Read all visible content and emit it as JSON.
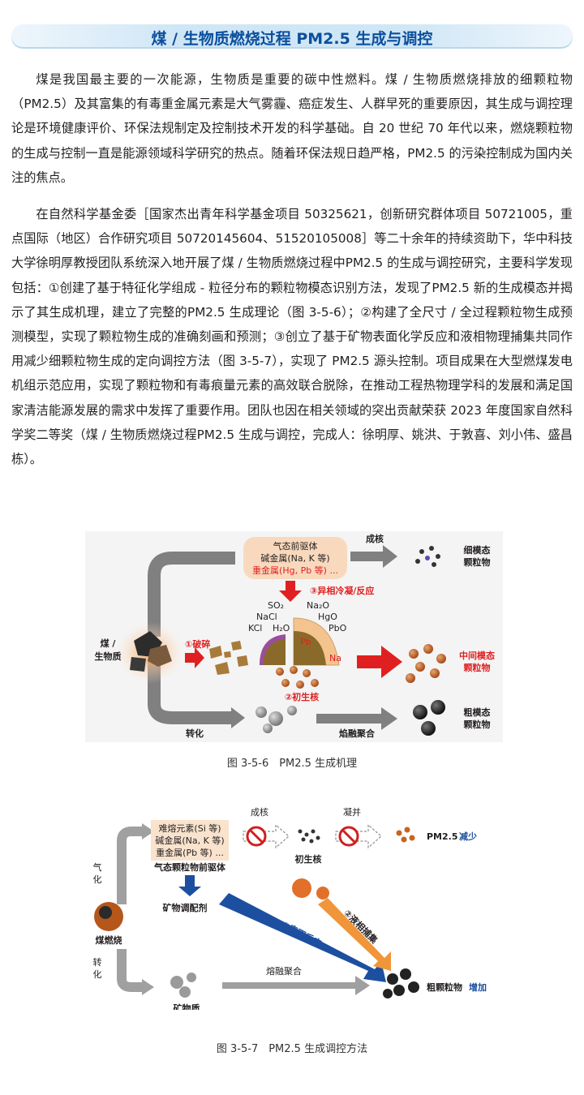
{
  "title": "煤 / 生物质燃烧过程 PM2.5 生成与调控",
  "paragraphs": [
    "煤是我国最主要的一次能源，生物质是重要的碳中性燃料。煤 / 生物质燃烧排放的细颗粒物（PM2.5）及其富集的有毒重金属元素是大气雾霾、癌症发生、人群早死的重要原因，其生成与调控理论是环境健康评价、环保法规制定及控制技术开发的科学基础。自 20 世纪 70 年代以来，燃烧颗粒物的生成与控制一直是能源领域科学研究的热点。随着环保法规日趋严格，PM2.5 的污染控制成为国内关注的焦点。",
    "在自然科学基金委［国家杰出青年科学基金项目 50325621，创新研究群体项目 50721005，重点国际（地区）合作研究项目 50720145604、51520105008］等二十余年的持续资助下，华中科技大学徐明厚教授团队系统深入地开展了煤 / 生物质燃烧过程中PM2.5 的生成与调控研究，主要科学发现包括：①创建了基于特征化学组成 - 粒径分布的颗粒物模态识别方法，发现了PM2.5 新的生成模态并揭示了其生成机理，建立了完整的PM2.5 生成理论（图 3-5-6）；②构建了全尺寸 / 全过程颗粒物生成预测模型，实现了颗粒物生成的准确刻画和预测；③创立了基于矿物表面化学反应和液相物理捕集共同作用减少细颗粒物生成的定向调控方法（图 3-5-7），实现了 PM2.5 源头控制。项目成果在大型燃煤发电机组示范应用，实现了颗粒物和有毒痕量元素的高效联合脱除，在推动工程热物理学科的发展和满足国家清洁能源发展的需求中发挥了重要作用。团队也因在相关领域的突出贡献荣获 2023 年度国家自然科学奖二等奖（煤 / 生物质燃烧过程PM2.5 生成与调控，完成人：徐明厚、姚洪、于敦喜、刘小伟、盛昌栋）。"
  ],
  "figure1": {
    "caption": "图 3-5-6　PM2.5 生成机理",
    "precursor_title": "气态前驱体",
    "alkali": "碱金属(Na, K 等)",
    "heavy": "重金属(Hg, Pb 等) ...",
    "nucleation": "成核",
    "fine_mode": "细模态颗粒物",
    "fine_mode_1": "细模态",
    "fine_mode_2": "颗粒物",
    "coal_1": "煤 /",
    "coal_2": "生物质",
    "step1": "①破碎",
    "step2": "②初生核",
    "step3": "③异相冷凝/反应",
    "chem_so2": "SO₂",
    "chem_nacl": "NaCl",
    "chem_kcl": "KCl",
    "chem_h2o": "H₂O",
    "chem_na2o": "Na₂O",
    "chem_hgo": "HgO",
    "chem_pbo": "PbO",
    "chem_pb": "Pb",
    "chem_na": "Na",
    "mid_mode_1": "中间模态",
    "mid_mode_2": "颗粒物",
    "transform": "转化",
    "melt": "焰融聚合",
    "coarse_1": "粗模态",
    "coarse_2": "颗粒物"
  },
  "figure2": {
    "caption": "图 3-5-7　PM2.5 生成调控方法",
    "gasify_1": "气",
    "gasify_2": "化",
    "refractory": "难熔元素(Si 等)",
    "alkali": "碱金属(Na, K 等)",
    "heavy": "重金属(Pb 等) ...",
    "precursor": "气态颗粒物前驱体",
    "nucleation": "成核",
    "coagulation": "凝并",
    "pm25": "PM2.5",
    "pm25_less": "减少",
    "primary_nuclei": "初生核",
    "sorbent": "矿物调配剂",
    "coal_burn": "煤燃烧",
    "transform_1": "转",
    "transform_2": "化",
    "mineral": "矿物质",
    "melt": "熔融聚合",
    "surface": "①表面反应",
    "liquid": "②液相捕集",
    "coarse": "粗颗粒物",
    "coarse_more": "增加"
  }
}
